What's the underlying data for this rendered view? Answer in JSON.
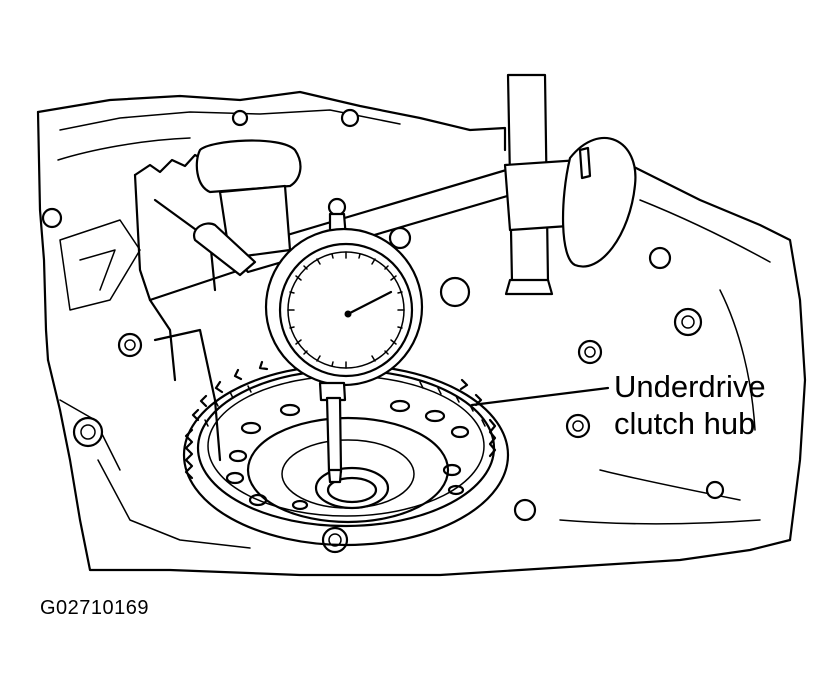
{
  "callout": {
    "line1": "Underdrive",
    "line2": "clutch hub"
  },
  "figure_id": "G02710169"
}
